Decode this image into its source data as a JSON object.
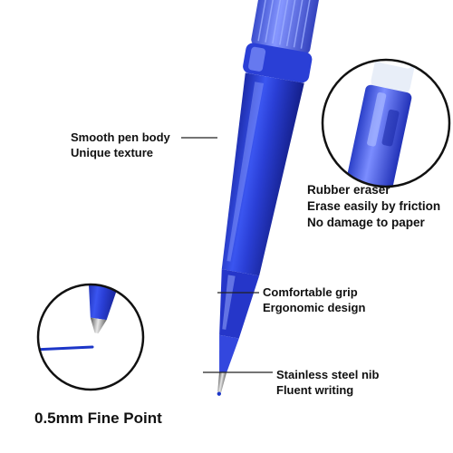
{
  "callouts": {
    "body": {
      "line1": "Smooth pen body",
      "line2": "Unique texture"
    },
    "eraser": {
      "line1": "Rubber eraser",
      "line2": "Erase easily by friction",
      "line3": "No damage to paper"
    },
    "grip": {
      "line1": "Comfortable grip",
      "line2": "Ergonomic design"
    },
    "nib": {
      "line1": "Stainless steel nib",
      "line2": "Fluent writing"
    }
  },
  "fine_point": {
    "label": "0.5mm Fine Point"
  },
  "colors": {
    "pen_blue": "#2a3fd6",
    "pen_dark": "#1b2aa8",
    "pen_light": "#6f82ff",
    "ink": "#1c36c8"
  }
}
